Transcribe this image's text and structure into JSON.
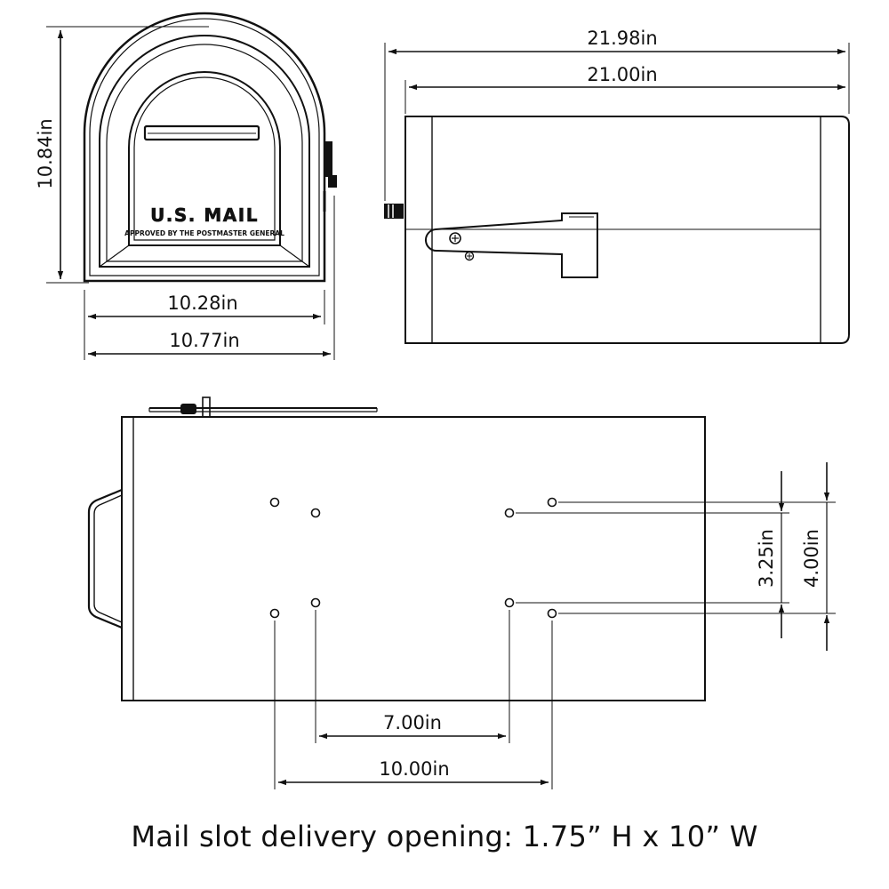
{
  "front_view": {
    "height_label": "10.84in",
    "inner_width_label": "10.28in",
    "outer_width_label": "10.77in",
    "door_text": "U.S. MAIL",
    "door_subtext": "APPROVED BY THE POSTMASTER GENERAL"
  },
  "side_view": {
    "outer_length_label": "21.98in",
    "inner_length_label": "21.00in"
  },
  "bottom_view": {
    "hole_spacing_inner_label": "7.00in",
    "hole_spacing_outer_label": "10.00in",
    "hole_height_inner_label": "3.25in",
    "hole_height_outer_label": "4.00in"
  },
  "caption": "Mail slot delivery opening: 1.75” H x 10” W",
  "colors": {
    "line": "#111111",
    "background": "#ffffff"
  }
}
